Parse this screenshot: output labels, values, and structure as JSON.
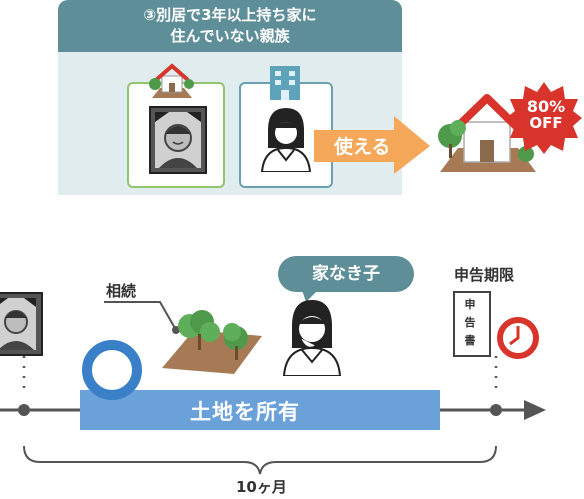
{
  "header": {
    "line1": "③別居で3年以上持ち家に",
    "line2": "住んでいない親族"
  },
  "arrow_label": "使える",
  "discount": {
    "percent": "80%",
    "off": "OFF"
  },
  "timeline": {
    "bar_label": "土地を所有",
    "inheritance_label": "相続",
    "child_label": "家なき子",
    "deadline_label": "申告期限",
    "duration_label": "10ヶ月",
    "document_chars": [
      "申",
      "告",
      "書"
    ]
  },
  "colors": {
    "teal": "#5e8e98",
    "panel": "#e1ecef",
    "orange": "#f5a85a",
    "red": "#d9342b",
    "blue_bar": "#6ba1d9",
    "ring_blue": "#3a80c8",
    "green_border": "#92c46e"
  }
}
